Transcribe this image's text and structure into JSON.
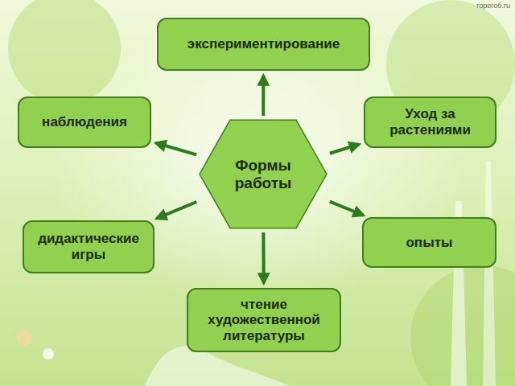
{
  "diagram": {
    "nodes": [
      {
        "text": [
          "экспериментирование"
        ]
      },
      {
        "text": [
          "наблюдения"
        ]
      },
      {
        "text": [
          "Уход за растениями"
        ]
      },
      {
        "text": [
          "Формы работы"
        ]
      },
      {
        "text": [
          "дидактические игры"
        ]
      },
      {
        "text": [
          "опыты"
        ]
      },
      {
        "text": [
          "чтение художественной литературы"
        ]
      }
    ],
    "edges": [
      {
        "from": 3,
        "to": 0,
        "arrow": "to"
      },
      {
        "from": 3,
        "to": 1,
        "arrow": "to"
      },
      {
        "from": 3,
        "to": 2,
        "arrow": "to"
      },
      {
        "from": 3,
        "to": 4,
        "arrow": "to"
      },
      {
        "from": 3,
        "to": 5,
        "arrow": "to"
      },
      {
        "from": 3,
        "to": 6,
        "arrow": "to"
      }
    ],
    "labels": [
      "горегоб.ru"
    ]
  }
}
